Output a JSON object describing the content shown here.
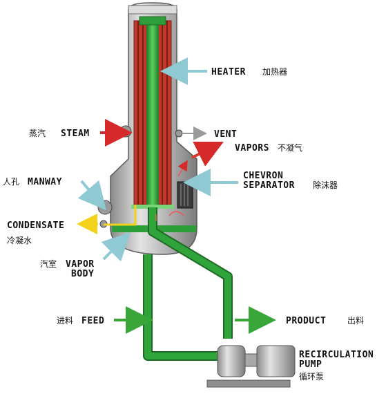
{
  "labels": {
    "heater": "HEATER",
    "heater_cn": "加热器",
    "steam": "STEAM",
    "steam_cn": "蒸汽",
    "vent": "VENT",
    "vapors": "VAPORS",
    "vapors_cn": "不凝气",
    "chevron_line1": "CHEVRON",
    "chevron_line2": "SEPARATOR",
    "chevron_cn": "除沫器",
    "manway": "MANWAY",
    "manway_cn": "人孔",
    "condensate": "CONDENSATE",
    "condensate_cn": "冷凝水",
    "vapor_body_line1": "VAPOR",
    "vapor_body_line2": "BODY",
    "vapor_body_cn": "汽室",
    "feed": "FEED",
    "feed_cn": "进料",
    "product": "PRODUCT",
    "product_cn": "出料",
    "pump_line1": "RECIRCULATION",
    "pump_line2": "PUMP",
    "pump_cn": "循环泵"
  },
  "colors": {
    "vessel": "#b8b8b8",
    "tube_green": "#2e9e3a",
    "heater_tubes": "#c0392b",
    "steam_arrow": "#d62a2a",
    "vapor_arrow": "#d93a2a",
    "condensate_line": "#f2d21b",
    "callout_arrow": "#8ec9d4",
    "vent_arrow": "#9a9a9a",
    "flow_arrow": "#3aa63a"
  }
}
